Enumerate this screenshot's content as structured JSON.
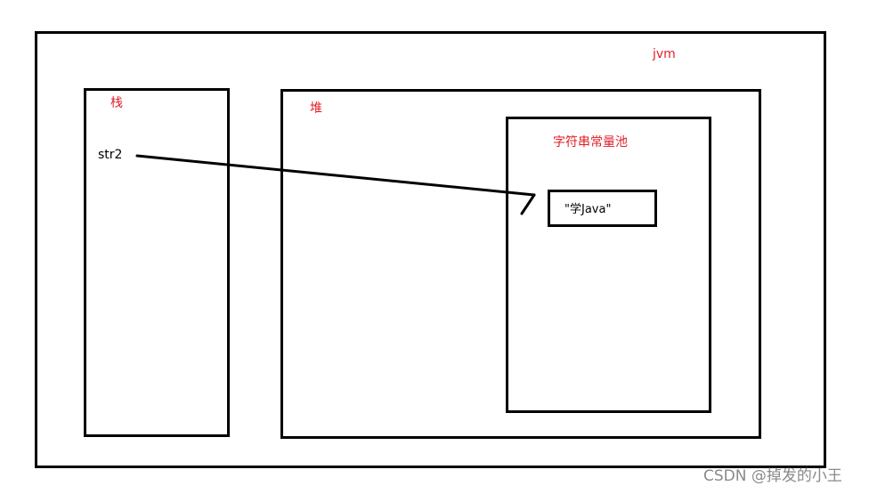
{
  "diagram": {
    "jvm_label": "jvm",
    "stack_label": "栈",
    "heap_label": "堆",
    "pool_label": "字符串常量池",
    "variable_label": "str2",
    "value_label": "\"学Java\""
  },
  "watermark": "CSDN @掉发的小王",
  "colors": {
    "label_red": "#e0202a",
    "border": "#000000",
    "watermark": "#8a8a8a"
  }
}
